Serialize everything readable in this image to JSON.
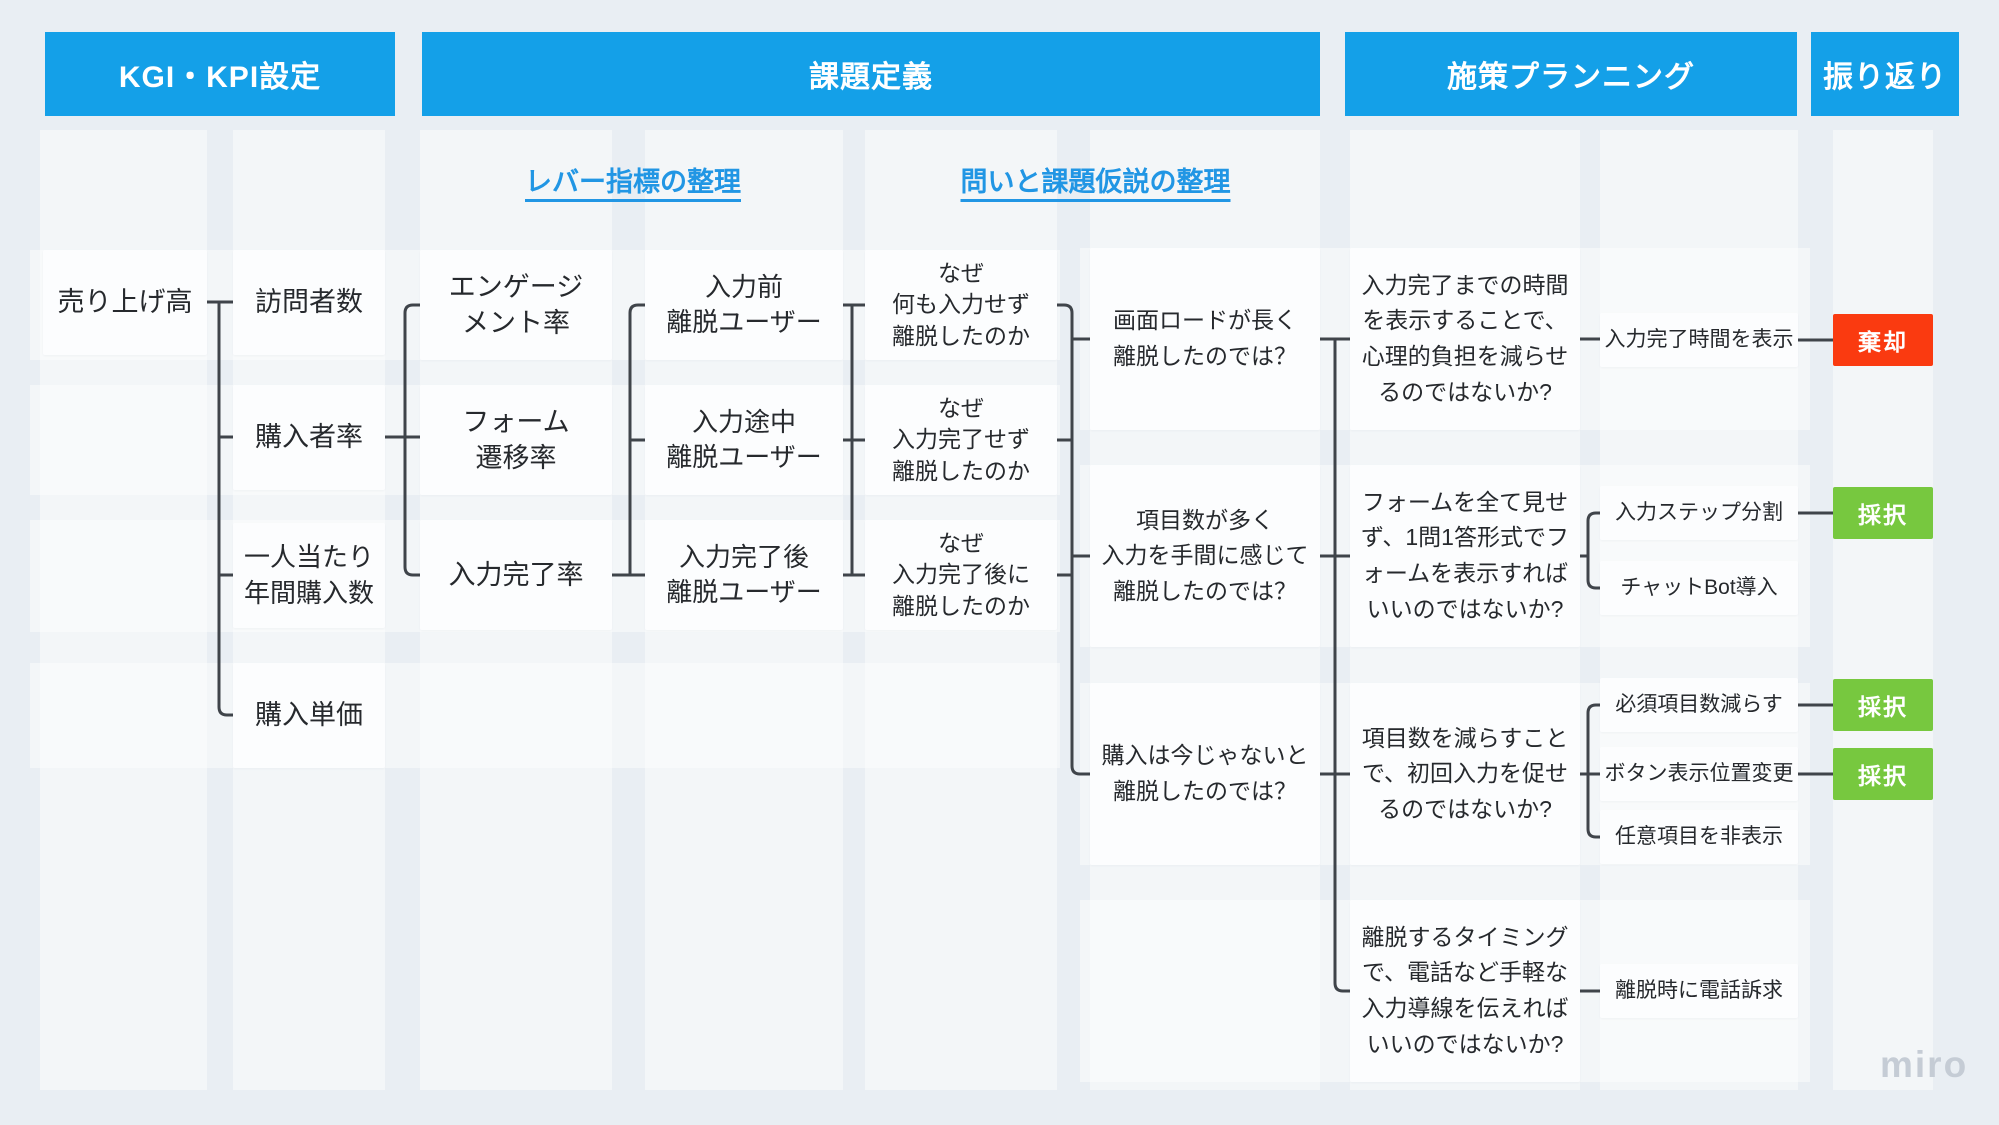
{
  "headers": [
    {
      "label": "KGI・KPI設定"
    },
    {
      "label": "課題定義"
    },
    {
      "label": "施策プランニング"
    },
    {
      "label": "振り返り"
    }
  ],
  "links": [
    {
      "label": "レバー指標の整理"
    },
    {
      "label": "問いと課題仮説の整理"
    }
  ],
  "tree": {
    "kgi": {
      "text": "売り上げ高"
    },
    "visitors": {
      "text": "訪問者数"
    },
    "purchase_rate": {
      "text": "購入者率"
    },
    "annual_purchases": {
      "text": "一人当たり\n年間購入数"
    },
    "unit_price": {
      "text": "購入単価"
    },
    "engagement_rate": {
      "text": "エンゲージ\nメント率"
    },
    "form_transition_rate": {
      "text": "フォーム\n遷移率"
    },
    "input_completion_rate": {
      "text": "入力完了率"
    },
    "churn_before_input": {
      "text": "入力前\n離脱ユーザー"
    },
    "churn_mid_input": {
      "text": "入力途中\n離脱ユーザー"
    },
    "churn_after_complete": {
      "text": "入力完了後\n離脱ユーザー"
    },
    "why_no_input": {
      "text": "なぜ\n何も入力せず\n離脱したのか"
    },
    "why_incomplete": {
      "text": "なぜ\n入力完了せず\n離脱したのか"
    },
    "why_after_complete": {
      "text": "なぜ\n入力完了後に\n離脱したのか"
    },
    "hypothesis_screen_load": {
      "text": "画面ロードが長く\n離脱したのでは？"
    },
    "hypothesis_many_fields": {
      "text": "項目数が多く\n入力を手間に感じて\n離脱したのでは？"
    },
    "hypothesis_not_now": {
      "text": "購入は今じゃないと\n離脱したのでは？"
    },
    "idea_show_time": {
      "text": "入力完了までの時間\nを表示することで、\n心理的負担を減らせ\nるのではないか?"
    },
    "idea_one_question": {
      "text": "フォームを全て見せ\nず、1問1答形式でフ\nォームを表示すれば\nいいのではないか?"
    },
    "idea_reduce_fields": {
      "text": "項目数を減らすこと\nで、初回入力を促せ\nるのではないか?"
    },
    "idea_phone_route": {
      "text": "離脱するタイミング\nで、電話など手軽な\n入力導線を伝えれば\nいいのではないか?"
    },
    "action_show_completion_time": {
      "text": "入力完了時間を表示"
    },
    "action_split_steps": {
      "text": "入力ステップ分割"
    },
    "action_chatbot": {
      "text": "チャットBot導入"
    },
    "action_reduce_required": {
      "text": "必須項目数減らす"
    },
    "action_button_position": {
      "text": "ボタン表示位置変更"
    },
    "action_hide_optional": {
      "text": "任意項目を非表示"
    },
    "action_phone_appeal": {
      "text": "離脱時に電話訴求"
    }
  },
  "badges": [
    {
      "label": "棄却",
      "status": "rejected"
    },
    {
      "label": "採択",
      "status": "adopted"
    },
    {
      "label": "採択",
      "status": "adopted"
    },
    {
      "label": "採択",
      "status": "adopted"
    }
  ],
  "watermark": "miro",
  "colors": {
    "header_blue": "#14a0e8",
    "link_blue": "#2196e4",
    "rejected_red": "#fa3a10",
    "adopted_green": "#77c83f",
    "line": "#3f444a",
    "background": "#e9eef3",
    "box": "#fcfdfe"
  }
}
